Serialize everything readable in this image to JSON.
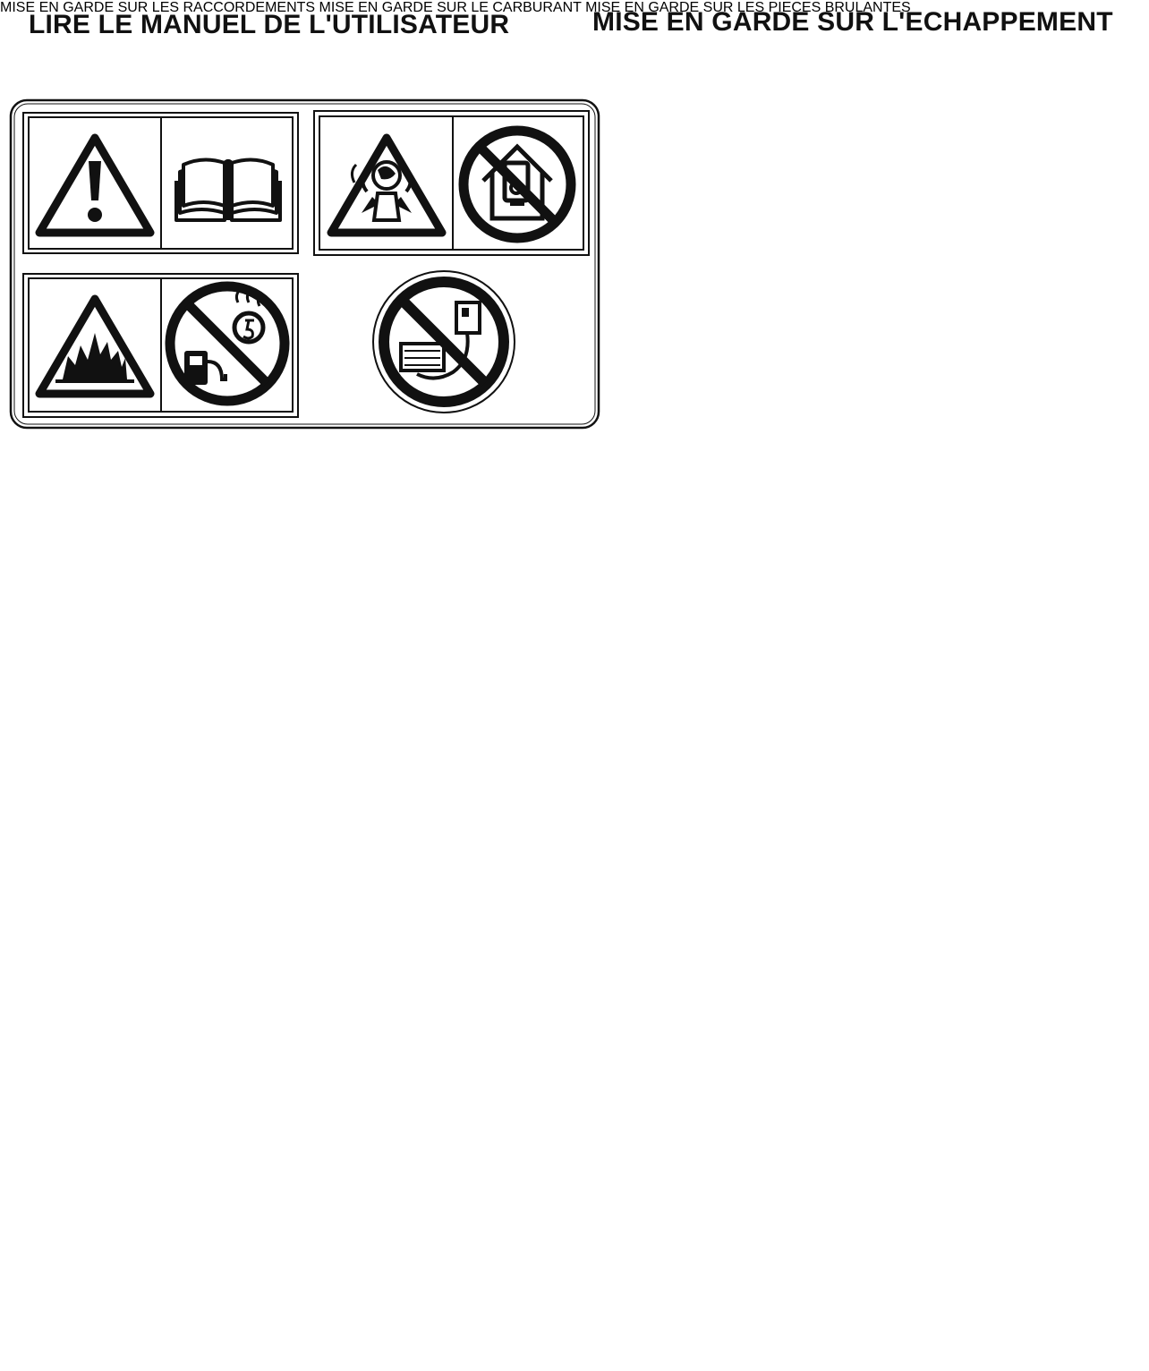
{
  "labels": {
    "manual": "LIRE LE MANUEL DE L'UTILISATEUR",
    "exhaust": "MISE EN GARDE SUR L'ECHAPPEMENT",
    "connections": [
      "MISE EN GARDE SUR LES",
      "RACCORDEMENTS"
    ],
    "fuel": [
      "MISE EN GARDE SUR",
      "LE CARBURANT"
    ],
    "hot_parts": "MISE EN GARDE SUR LES PIECES BRULANTES"
  },
  "colors": {
    "ink": "#111111",
    "paper": "#ffffff",
    "label_fill": "#1a1a1a"
  },
  "icons": {
    "top_panel": [
      "warning-exclamation-icon",
      "open-book-icon",
      "exhaust-hazard-icon",
      "no-indoor-use-icon",
      "fire-hazard-icon",
      "no-refuel-hot-engine-icon",
      "no-grid-connection-icon"
    ],
    "hot_panel": [
      "down-arrow-icon",
      "hot-surface-warning-icon",
      "keep-distance-icon"
    ]
  }
}
